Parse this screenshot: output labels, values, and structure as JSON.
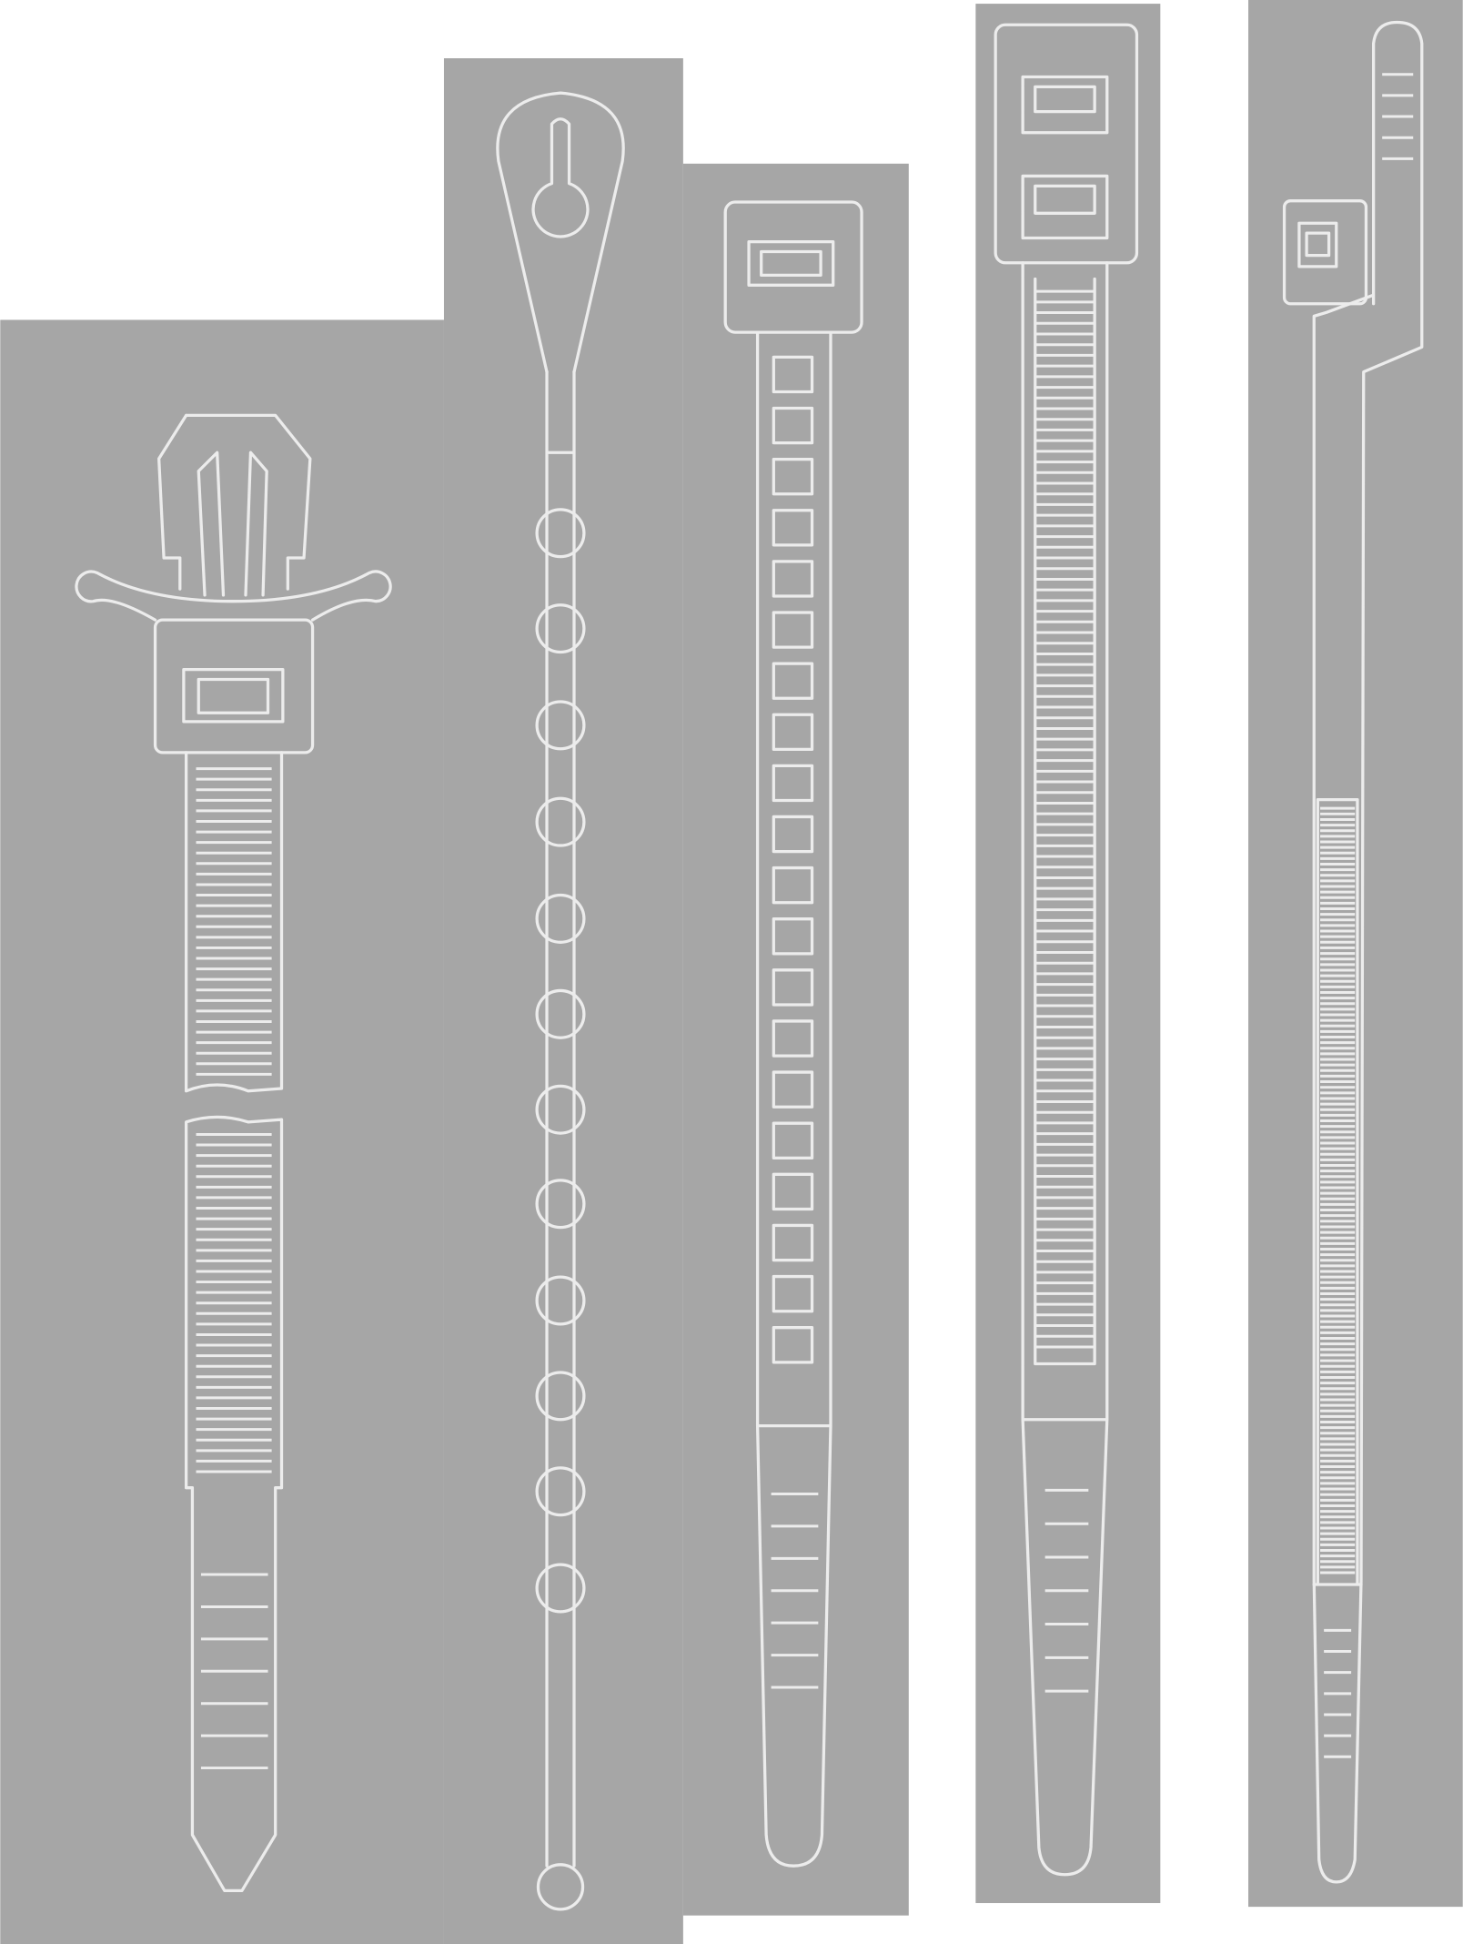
{
  "colors": {
    "panel": "#a6a6a6",
    "line": "#ececec",
    "background": "#ffffff"
  },
  "ties": [
    {
      "type": "push-mount cable tie"
    },
    {
      "type": "beaded cable tie"
    },
    {
      "type": "releasable ladder cable tie"
    },
    {
      "type": "double-head cable tie"
    },
    {
      "type": "cable tie with pre-threaded head"
    }
  ]
}
